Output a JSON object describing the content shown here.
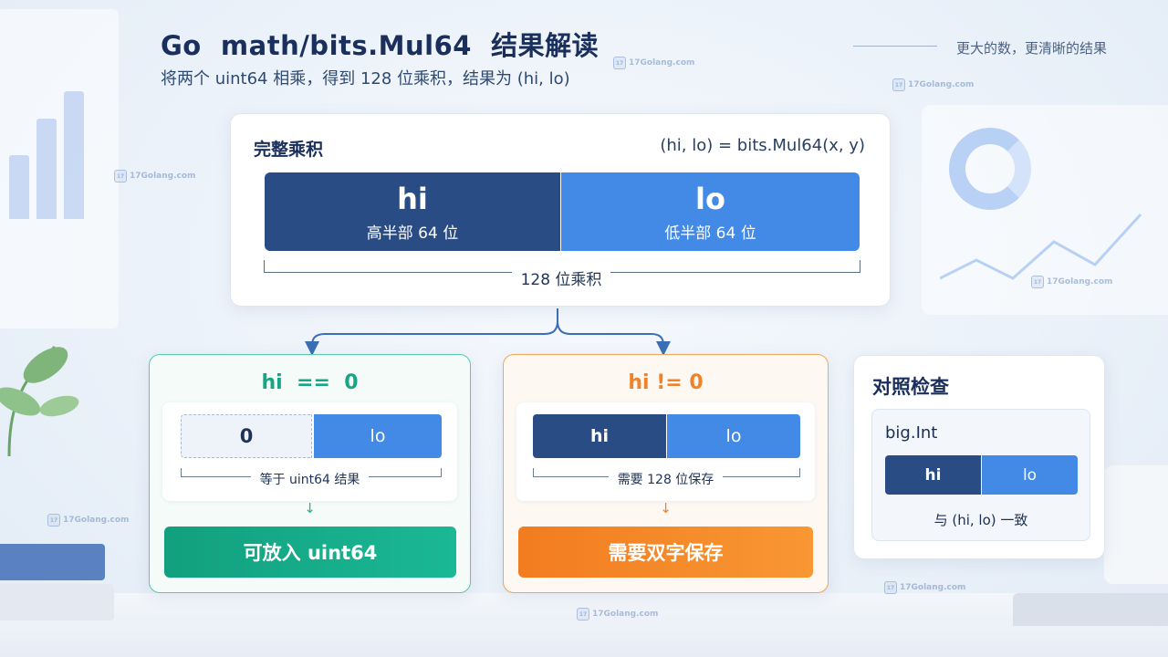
{
  "header": {
    "title": "Go  math/bits.Mul64  结果解读",
    "subtitle": "将两个 uint64 相乘，得到 128 位乘积，结果为 (hi, lo)",
    "tagline": "更大的数，更清晰的结果"
  },
  "watermark": {
    "text": "17Golang.com"
  },
  "product": {
    "title": "完整乘积",
    "formula": "(hi, lo) = bits.Mul64(x, y)",
    "hi": {
      "name": "hi",
      "desc": "高半部 64 位"
    },
    "lo": {
      "name": "lo",
      "desc": "低半部 64 位"
    },
    "total_label": "128 位乘积"
  },
  "case_zero": {
    "title": "hi  ==  0",
    "hi_value": "0",
    "lo_label": "lo",
    "brace_label": "等于 uint64 结果",
    "arrow": "↓",
    "result": "可放入 uint64"
  },
  "case_nonzero": {
    "title": "hi != 0",
    "hi_label": "hi",
    "lo_label": "lo",
    "brace_label": "需要 128 位保存",
    "arrow": "↓",
    "result": "需要双字保存"
  },
  "check": {
    "title": "对照检查",
    "bigint_label": "big.Int",
    "hi_label": "hi",
    "lo_label": "lo",
    "agree": "与 (hi, lo) 一致"
  },
  "colors": {
    "hi_segment": "#2a4c85",
    "lo_segment": "#4389e6",
    "green_accent": "#18a583",
    "orange_accent": "#f0822a",
    "connector": "#3a6fb5"
  }
}
